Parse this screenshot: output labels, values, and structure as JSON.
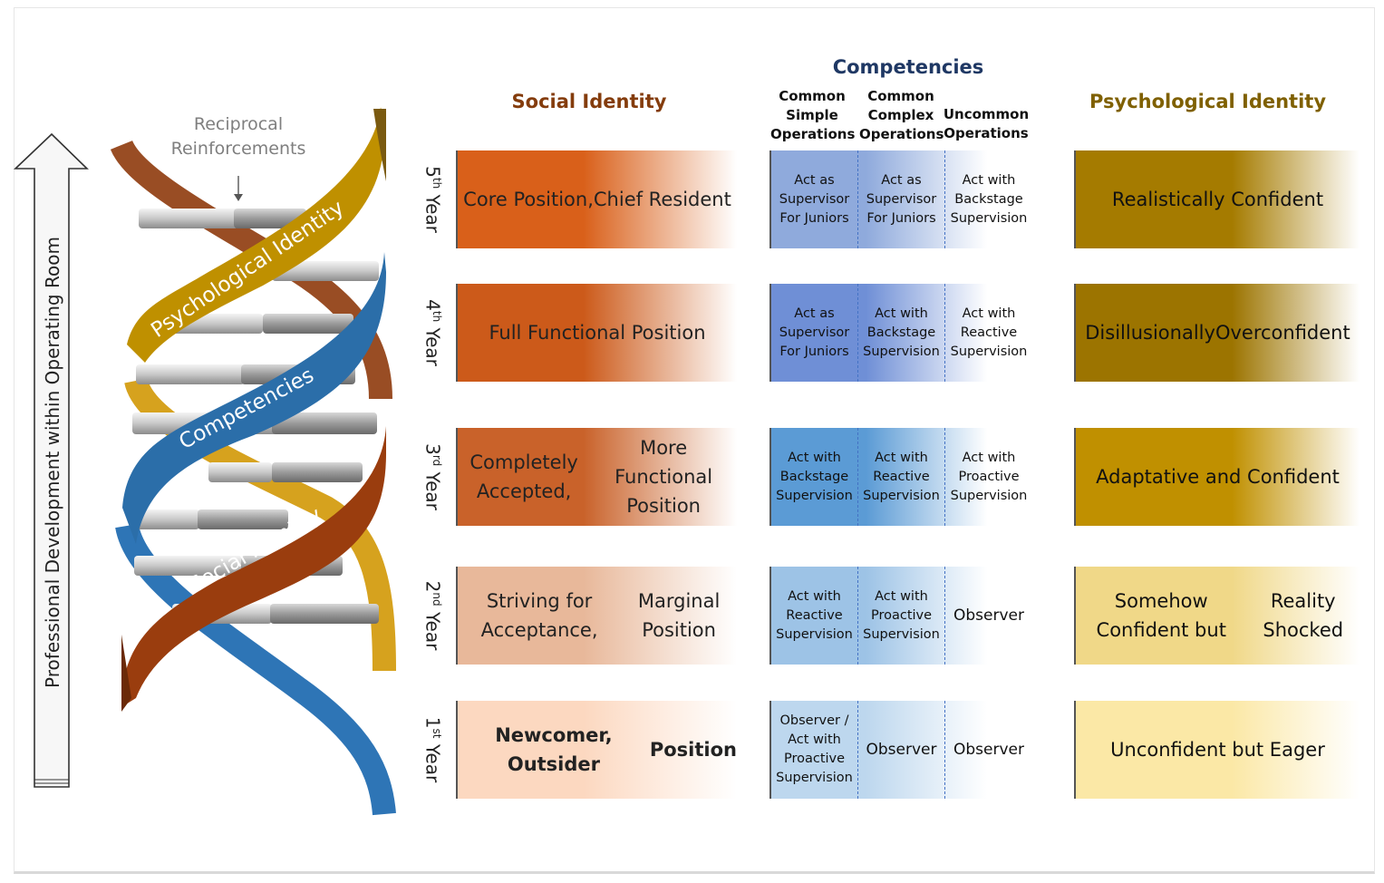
{
  "axis_label": "Professional Development within Operating Room",
  "reciprocal": {
    "line1": "Reciprocal",
    "line2": "Reinforcements"
  },
  "strands": {
    "psychological": "Psychological Identity",
    "competencies": "Competencies",
    "social": "Social Identity"
  },
  "headers": {
    "social": "Social Identity",
    "competencies": "Competencies",
    "psychological": "Psychological Identity",
    "sub": [
      [
        "Common",
        "Simple",
        "Operations"
      ],
      [
        "Common",
        "Complex",
        "Operations"
      ],
      [
        "Uncommon",
        "Operations"
      ]
    ]
  },
  "rows": [
    {
      "year_num": "5",
      "year_sup": "th",
      "year_word": "Year",
      "social": [
        "Core Position,",
        "Chief Resident"
      ],
      "comp": [
        [
          "Act as",
          "Supervisor",
          "For Juniors"
        ],
        [
          "Act as",
          "Supervisor",
          "For Juniors"
        ],
        [
          "Act with",
          "Backstage",
          "Supervision"
        ]
      ],
      "psych": [
        "Realistically Confident"
      ]
    },
    {
      "year_num": "4",
      "year_sup": "th",
      "year_word": "Year",
      "social": [
        "Full Functional Position"
      ],
      "comp": [
        [
          "Act as",
          "Supervisor",
          "For Juniors"
        ],
        [
          "Act with",
          "Backstage",
          "Supervision"
        ],
        [
          "Act with",
          "Reactive",
          "Supervision"
        ]
      ],
      "psych": [
        "Disillusionally",
        "Overconfident"
      ]
    },
    {
      "year_num": "3",
      "year_sup": "rd",
      "year_word": "Year",
      "social": [
        "Completely Accepted,",
        "More Functional Position"
      ],
      "comp": [
        [
          "Act with",
          "Backstage",
          "Supervision"
        ],
        [
          "Act with",
          "Reactive",
          "Supervision"
        ],
        [
          "Act with",
          "Proactive",
          "Supervision"
        ]
      ],
      "psych": [
        "Adaptative and Confident"
      ]
    },
    {
      "year_num": "2",
      "year_sup": "nd",
      "year_word": "Year",
      "social": [
        "Striving for Acceptance,",
        "Marginal Position"
      ],
      "comp": [
        [
          "Act with",
          "Reactive",
          "Supervision"
        ],
        [
          "Act with",
          "Proactive",
          "Supervision"
        ],
        [
          "Observer"
        ]
      ],
      "psych": [
        "Somehow Confident but",
        "Reality Shocked"
      ]
    },
    {
      "year_num": "1",
      "year_sup": "st",
      "year_word": "Year",
      "social": [
        "Newcomer, Outsider",
        "Position"
      ],
      "comp": [
        [
          "Observer /",
          "Act with",
          "Proactive",
          "Supervision"
        ],
        [
          "Observer"
        ],
        [
          "Observer"
        ]
      ],
      "psych": [
        "Unconfident but Eager"
      ]
    }
  ],
  "colors": {
    "social_title": "#843c0c",
    "comp_title": "#1f3864",
    "psych_title": "#7f6000",
    "social_strand": "#a0400e",
    "comp_strand": "#2e75b6",
    "psych_strand": "#bf9000",
    "social_fills": [
      "#d9601a",
      "#cc5a1a",
      "#c9622a",
      "#e8b89a",
      "#fcd8c0"
    ],
    "comp_fills": [
      "#8faadc",
      "#6f8fd6",
      "#5b9bd5",
      "#9dc3e6",
      "#bdd7ee"
    ],
    "psych_fills": [
      "#a57b00",
      "#9c7400",
      "#c09000",
      "#f0d888",
      "#fbe8a6"
    ]
  }
}
